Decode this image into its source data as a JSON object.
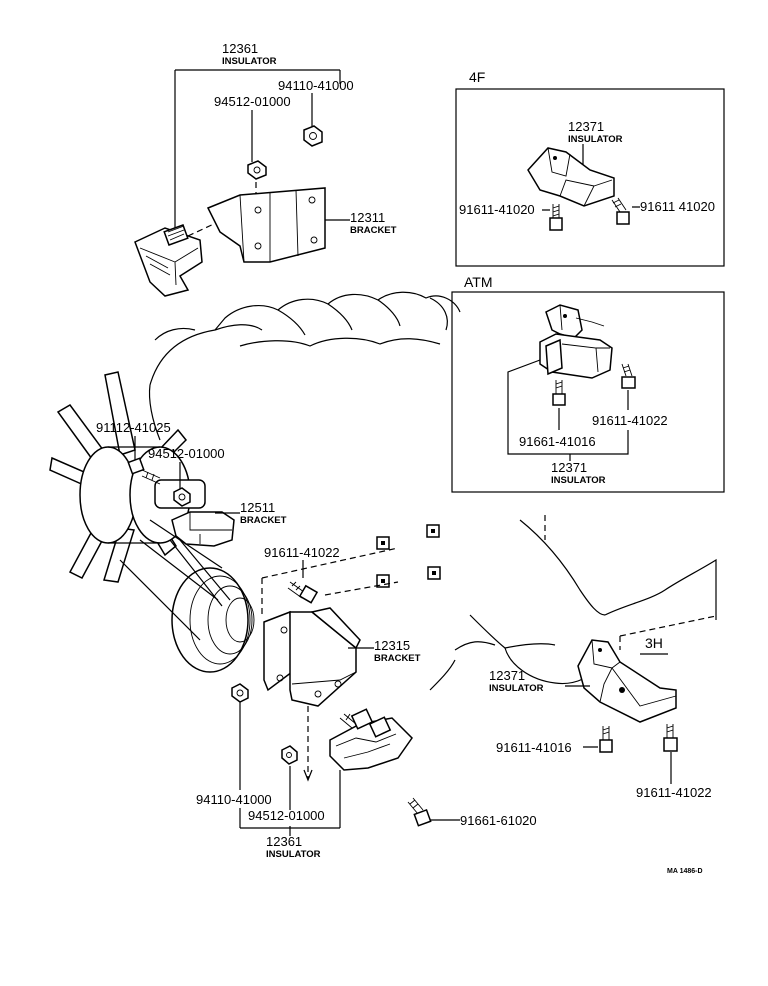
{
  "sections": {
    "four_f": "4F",
    "atm": "ATM",
    "three_h": "3H"
  },
  "parts": {
    "top_insulator": {
      "number": "12361",
      "name": "INSULATOR"
    },
    "top_nut": "94110-41000",
    "top_washer": "94512-01000",
    "top_bracket": {
      "number": "12311",
      "name": "BRACKET"
    },
    "f4_insulator": {
      "number": "12371",
      "name": "INSULATOR"
    },
    "f4_bolt_left": "91611-41020",
    "f4_bolt_right": "91611 41020",
    "atm_bolt_left": "91661-41016",
    "atm_bolt_right": "91611-41022",
    "atm_insulator": {
      "number": "12371",
      "name": "INSULATOR"
    },
    "fan_bolt": "91112-41025",
    "fan_washer": "94512-01000",
    "fan_bracket": {
      "number": "12511",
      "name": "BRACKET"
    },
    "mid_bolt": "91611-41022",
    "mid_bracket": {
      "number": "12315",
      "name": "BRACKET"
    },
    "h3_insulator": {
      "number": "12371",
      "name": "INSULATOR"
    },
    "h3_bolt_left": "91611-41016",
    "h3_bolt_right": "91611-41022",
    "bottom_nut": "94110-41000",
    "bottom_washer": "94512-01000",
    "bottom_bolt": "91661-61020",
    "bottom_insulator": {
      "number": "12361",
      "name": "INSULATOR"
    }
  },
  "reference_code": "MA 1486-D"
}
